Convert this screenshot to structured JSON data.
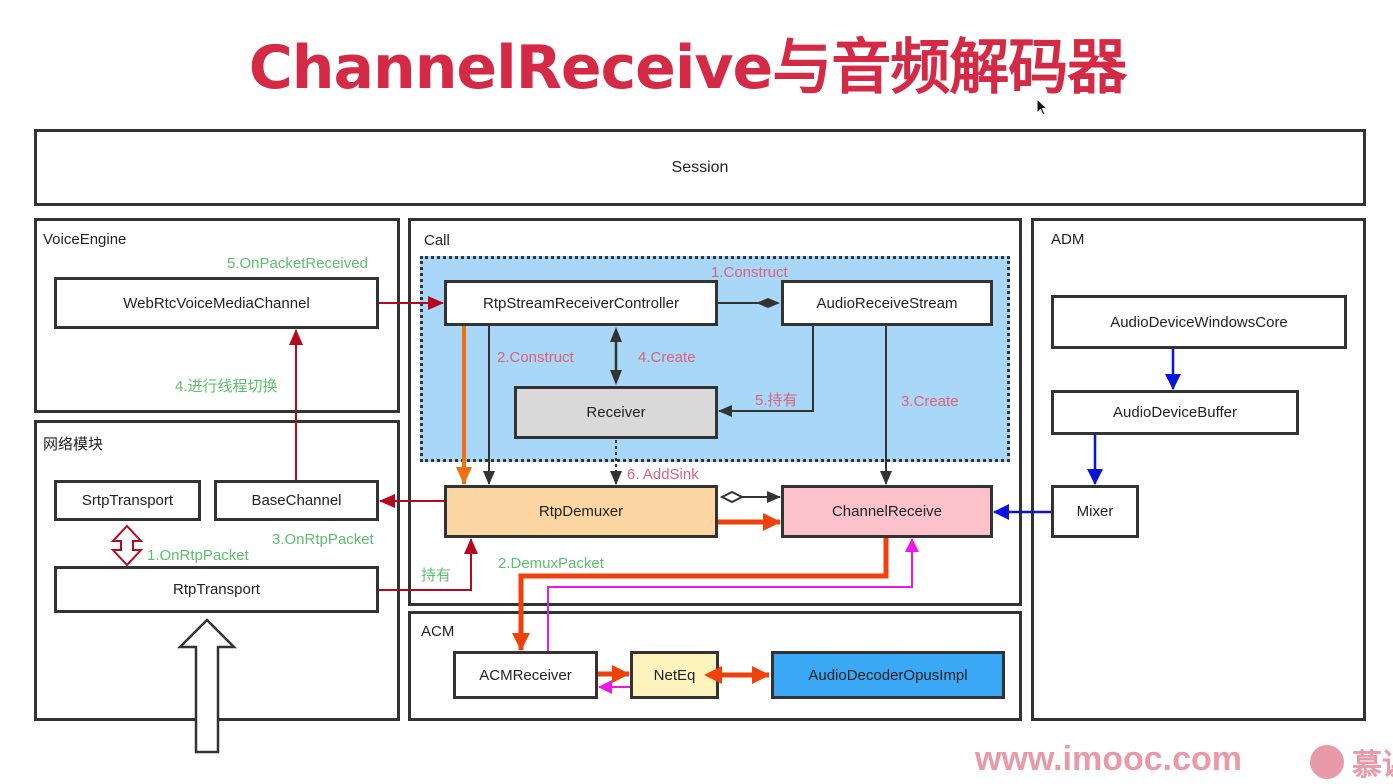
{
  "title": "ChannelReceive与音频解码器",
  "modules": {
    "session": "Session",
    "voice_engine": "VoiceEngine",
    "network": "网络模块",
    "call": "Call",
    "acm": "ACM",
    "adm": "ADM"
  },
  "nodes": {
    "webrtc_voice_media_channel": "WebRtcVoiceMediaChannel",
    "srtp_transport": "SrtpTransport",
    "base_channel": "BaseChannel",
    "rtp_transport": "RtpTransport",
    "rtp_stream_receiver_controller": "RtpStreamReceiverController",
    "audio_receive_stream": "AudioReceiveStream",
    "receiver": "Receiver",
    "rtp_demuxer": "RtpDemuxer",
    "channel_receive": "ChannelReceive",
    "acm_receiver": "ACMReceiver",
    "neteq": "NetEq",
    "audio_decoder_opus_impl": "AudioDecoderOpusImpl",
    "audio_device_windows_core": "AudioDeviceWindowsCore",
    "audio_device_buffer": "AudioDeviceBuffer",
    "mixer": "Mixer"
  },
  "edge_labels": {
    "on_packet_received": "5.OnPacketReceived",
    "thread_switch": "4.进行线程切换",
    "on_rtp_packet_1": "1.OnRtpPacket",
    "on_rtp_packet_3": "3.OnRtpPacket",
    "hold_green": "持有",
    "demux_packet": "2.DemuxPacket",
    "construct_1": "1.Construct",
    "construct_2": "2.Construct",
    "create_4": "4.Create",
    "hold_5": "5.持有",
    "create_3": "3.Create",
    "add_sink": "6. AddSink"
  },
  "colors": {
    "title": "#d42a45",
    "call_region": "#a9d7f8",
    "rtp_demuxer_fill": "#fbd6a3",
    "channel_receive_fill": "#fcc2cb",
    "receiver_fill": "#d9d9d9",
    "neteq_fill": "#fdf3bc",
    "decoder_fill": "#3aa8f5",
    "arrow_red": "#b5091f",
    "arrow_orange": "#f26f12",
    "arrow_orangered": "#f0400c",
    "arrow_magenta": "#ee16e8",
    "arrow_blue": "#0a14d8",
    "green_label": "#5cbf6b",
    "pink_label": "#e0607a"
  },
  "watermark": {
    "site": "www.imooc.com",
    "brand": "慕课网"
  }
}
